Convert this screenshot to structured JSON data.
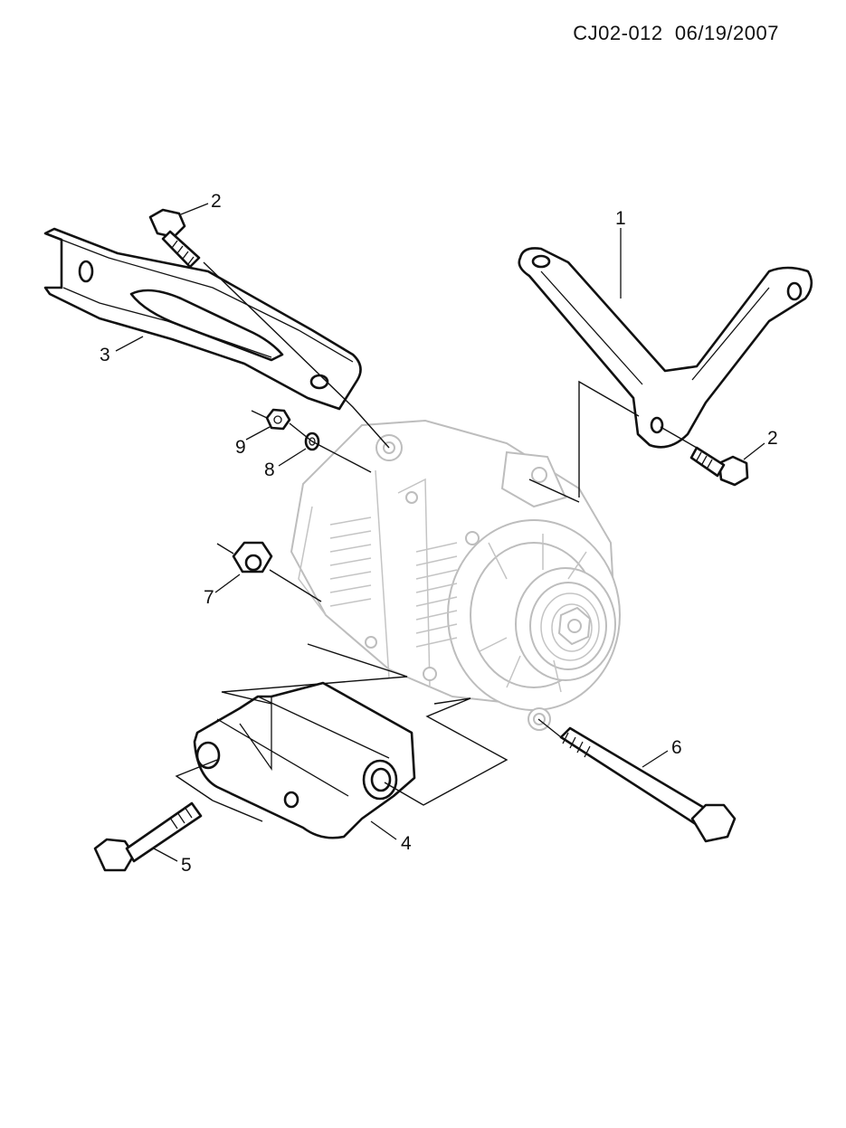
{
  "header": {
    "drawing_code": "CJ02-012  06/19/2007"
  },
  "callouts": [
    "1",
    "2",
    "2",
    "3",
    "4",
    "5",
    "6",
    "7",
    "8",
    "9"
  ]
}
